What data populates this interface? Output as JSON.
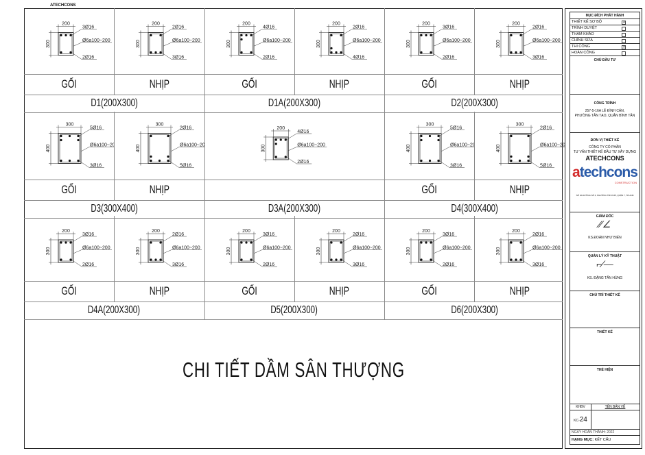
{
  "brand_tab": "ATECHCONS",
  "drawing_title": "CHI TIẾT DẦM SÂN THƯỢNG",
  "stirrup": "Ø6a100~200",
  "beams": [
    {
      "name": "D1(200X300)",
      "sections": [
        {
          "label": "GỐI",
          "b": 200,
          "h": 300,
          "top": "3Ø16",
          "bottom": "2Ø16",
          "nt": 3,
          "nb": 2
        },
        {
          "label": "NHỊP",
          "b": 200,
          "h": 300,
          "top": "2Ø16",
          "bottom": "3Ø16",
          "nt": 2,
          "nb": 3
        }
      ]
    },
    {
      "name": "D1A(200X300)",
      "sections": [
        {
          "label": "GỐI",
          "b": 200,
          "h": 300,
          "top": "4Ø16",
          "bottom": "2Ø16",
          "nt": 4,
          "nb": 2
        },
        {
          "label": "NHỊP",
          "b": 200,
          "h": 300,
          "top": "2Ø16",
          "bottom": "4Ø16",
          "nt": 2,
          "nb": 4
        }
      ]
    },
    {
      "name": "D2(200X300)",
      "sections": [
        {
          "label": "GỐI",
          "b": 200,
          "h": 300,
          "top": "3Ø16",
          "bottom": "2Ø16",
          "nt": 3,
          "nb": 2
        },
        {
          "label": "NHỊP",
          "b": 200,
          "h": 300,
          "top": "2Ø16",
          "bottom": "3Ø16",
          "nt": 2,
          "nb": 3
        }
      ]
    },
    {
      "name": "D3(300X400)",
      "sections": [
        {
          "label": "GỐI",
          "b": 300,
          "h": 400,
          "top": "5Ø16",
          "bottom": "3Ø16",
          "nt": 5,
          "nb": 3
        },
        {
          "label": "NHỊP",
          "b": 300,
          "h": 400,
          "top": "2Ø16",
          "bottom": "5Ø16",
          "nt": 2,
          "nb": 5
        }
      ]
    },
    {
      "name": "D3A(200X300)",
      "sections": [
        {
          "label": "",
          "b": 200,
          "h": 300,
          "top": "4Ø16",
          "bottom": "2Ø16",
          "nt": 4,
          "nb": 2
        }
      ]
    },
    {
      "name": "D4(300X400)",
      "sections": [
        {
          "label": "GỐI",
          "b": 300,
          "h": 400,
          "top": "5Ø16",
          "bottom": "3Ø16",
          "nt": 5,
          "nb": 3
        },
        {
          "label": "NHỊP",
          "b": 300,
          "h": 400,
          "top": "2Ø16",
          "bottom": "5Ø16",
          "nt": 2,
          "nb": 5
        }
      ]
    },
    {
      "name": "D4A(200X300)",
      "sections": [
        {
          "label": "GỐI",
          "b": 200,
          "h": 300,
          "top": "3Ø16",
          "bottom": "2Ø16",
          "nt": 3,
          "nb": 2
        },
        {
          "label": "NHỊP",
          "b": 200,
          "h": 300,
          "top": "2Ø16",
          "bottom": "3Ø16",
          "nt": 2,
          "nb": 3
        }
      ]
    },
    {
      "name": "D5(200X300)",
      "sections": [
        {
          "label": "GỐI",
          "b": 200,
          "h": 300,
          "top": "3Ø16",
          "bottom": "2Ø16",
          "nt": 3,
          "nb": 2
        },
        {
          "label": "NHỊP",
          "b": 200,
          "h": 300,
          "top": "2Ø16",
          "bottom": "3Ø16",
          "nt": 2,
          "nb": 3
        }
      ]
    },
    {
      "name": "D6(200X300)",
      "sections": [
        {
          "label": "GỐI",
          "b": 200,
          "h": 300,
          "top": "3Ø16",
          "bottom": "2Ø16",
          "nt": 3,
          "nb": 2
        },
        {
          "label": "NHỊP",
          "b": 200,
          "h": 300,
          "top": "2Ø16",
          "bottom": "3Ø16",
          "nt": 2,
          "nb": 3
        }
      ]
    }
  ],
  "title_block": {
    "purpose_header": "MỤC ĐÍCH PHÁT HÀNH",
    "purposes": [
      {
        "label": "THIẾT KẾ SƠ BỘ",
        "checked": true,
        "mark": "✕"
      },
      {
        "label": "TRÌNH DUYỆT",
        "checked": false,
        "mark": ""
      },
      {
        "label": "THAM KHẢO",
        "checked": false,
        "mark": ""
      },
      {
        "label": "CHỈNH SỬA",
        "checked": false,
        "mark": ""
      },
      {
        "label": "THI CÔNG",
        "checked": true,
        "mark": "✕"
      },
      {
        "label": "HOÀN CÔNG",
        "checked": false,
        "mark": ""
      }
    ],
    "owner_header": "CHỦ ĐẦU TƯ",
    "project_header": "CÔNG TRÌNH",
    "project_line1": "257-5-16A LÊ ĐÌNH CẨN,",
    "project_line2": "PHƯỜNG TÂN TẠO, QUẬN BÌNH TÂN",
    "designer_header": "ĐƠN VỊ THIẾT KẾ",
    "company_line1": "CÔNG TY CỔ PHẦN",
    "company_line2": "TƯ VẤN THIẾT KẾ ĐẦU TƯ XÂY DỰNG",
    "company_name": "ATECHCONS",
    "logo_a": "a",
    "logo_rest": "techcons",
    "logo_sub": "CONSTRUCTION",
    "company_address": "SỐ 16 ĐƯỜNG SỐ 4, PHƯỜNG TÂN PHÚ, QUẬN 7, TP.HCM",
    "director_header": "GIÁM ĐỐC",
    "director_name": "KS.ĐOÀN NHƯ BIỂN",
    "tech_header": "QUẢN LÝ KỸ THUẬT",
    "tech_name": "KS. ĐẶNG TẤN HÙNG",
    "lead_header": "CHỦ TRÌ THIẾT KẾ",
    "design_header": "THIẾT KẾ",
    "drafter_header": "THỂ HIỆN",
    "khbv_label": "KHBV",
    "sheet_name_label": "TÊN BẢN VẼ",
    "sheet_prefix": "KC-",
    "sheet_number": "24",
    "completion": "NGÀY HOÀN THÀNH: 2022",
    "category_label": "HẠNG MỤC:",
    "category_value": "KẾT CẤU"
  }
}
